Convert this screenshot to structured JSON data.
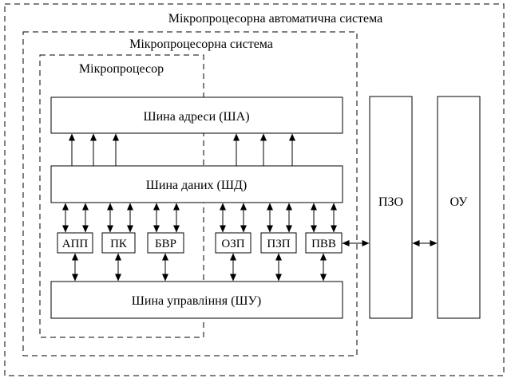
{
  "containers": {
    "outer_label": "Мікропроцесорна автоматична система",
    "middle_label": "Мікропроцесорна система",
    "inner_label": "Мікропроцесор"
  },
  "buses": {
    "address": "Шина  адреси  (ША)",
    "data": "Шина  даних  (ШД)",
    "control": "Шина  управління  (ШУ)"
  },
  "modules": {
    "apl": "АПП",
    "pk": "ПК",
    "bvr": "БВР",
    "ozp": "ОЗП",
    "pzp": "ПЗП",
    "pvv": "ПВВ"
  },
  "peripherals": {
    "pzo": "ПЗО",
    "ou": "ОУ"
  }
}
